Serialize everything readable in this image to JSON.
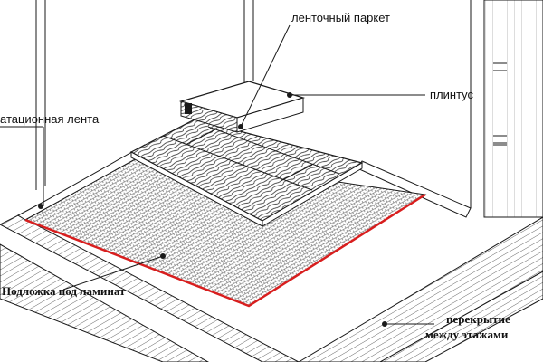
{
  "labels": {
    "parquet": "ленточный паркет",
    "plinth": "плинтус",
    "tape": "атационная лента",
    "underlay": "Подложка под ламинат",
    "slab_line1": "перекрытие",
    "slab_line2": "между этажами"
  },
  "colors": {
    "line": "#1a1a1a",
    "underlay_edge": "#d81e1e",
    "wood_fill": "#ffffff",
    "hatch": "#333333"
  }
}
